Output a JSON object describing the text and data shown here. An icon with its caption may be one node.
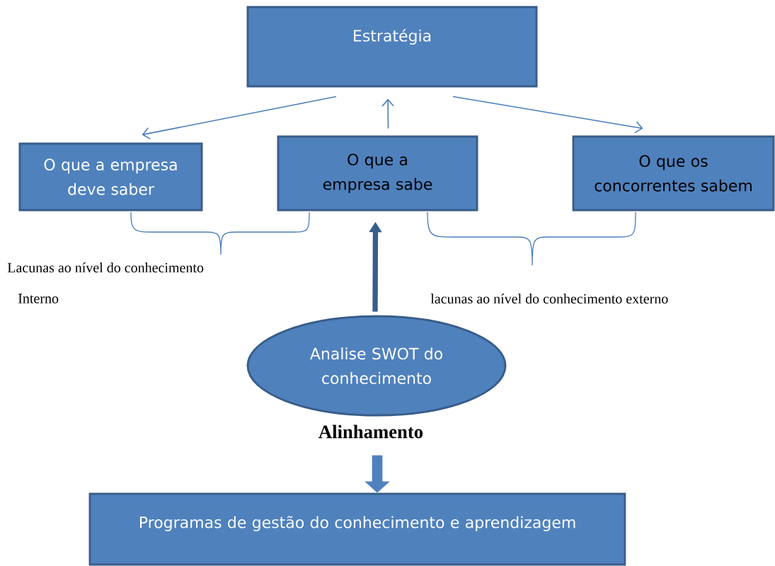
{
  "diagram": {
    "nodes": [
      {
        "text": [
          "Estratégia"
        ]
      },
      {
        "text": [
          "O que a empresa deve saber"
        ]
      },
      {
        "text": [
          "O que a empresa sabe"
        ]
      },
      {
        "text": [
          "O que os concorrentes sabem"
        ]
      },
      {
        "text": [
          "Analise SWOT do conhecimento"
        ]
      },
      {
        "text": [
          "Programas de gestão do conhecimento e aprendizagem"
        ]
      }
    ],
    "edges": [
      {
        "from": 0,
        "to": 1,
        "arrow": "to"
      },
      {
        "from": 2,
        "to": 0,
        "arrow": "to"
      },
      {
        "from": 0,
        "to": 3,
        "arrow": "to"
      },
      {
        "from": 4,
        "to": 2,
        "arrow": "to",
        "style": "thick",
        "color": "#385d8a"
      },
      {
        "from": null,
        "to": 5,
        "arrow": "to",
        "style": "thick"
      }
    ],
    "labels": [
      "Lacunas ao nível do conhecimento",
      "Interno",
      "lacunas ao nível do conhecimento externo",
      "Alinhamento"
    ]
  }
}
